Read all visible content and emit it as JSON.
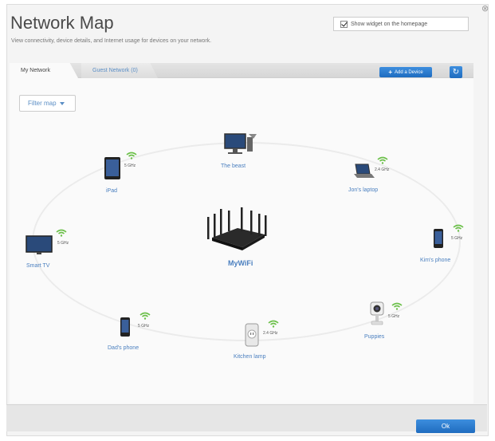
{
  "header": {
    "title": "Network Map",
    "subtitle": "View connectivity, device details, and Internet usage for devices on your network.",
    "widget_label": "Show widget on the homepage",
    "close_glyph": "⊗"
  },
  "tabs": [
    {
      "label": "My Network"
    },
    {
      "label": "Guest Network (0)"
    }
  ],
  "toolbar": {
    "add_device_label": "Add a Device",
    "refresh_glyph": "↻"
  },
  "filter": {
    "label": "Filter map"
  },
  "router": {
    "name": "MyWiFi"
  },
  "devices": [
    {
      "name": "The beast",
      "band": ""
    },
    {
      "name": "iPad",
      "band": "5 GHz"
    },
    {
      "name": "Jon's laptop",
      "band": "2.4 GHz"
    },
    {
      "name": "Smart TV",
      "band": "5 GHz"
    },
    {
      "name": "Kim's phone",
      "band": "5 GHz"
    },
    {
      "name": "Dad's phone",
      "band": "5 GHz"
    },
    {
      "name": "Kitchen lamp",
      "band": "2.4 GHz"
    },
    {
      "name": "Puppies",
      "band": "5 GHz"
    }
  ],
  "footer": {
    "ok_label": "Ok"
  },
  "colors": {
    "accent": "#2d7dd2",
    "link": "#4a7fbf",
    "wifi": "#6cc04a"
  }
}
